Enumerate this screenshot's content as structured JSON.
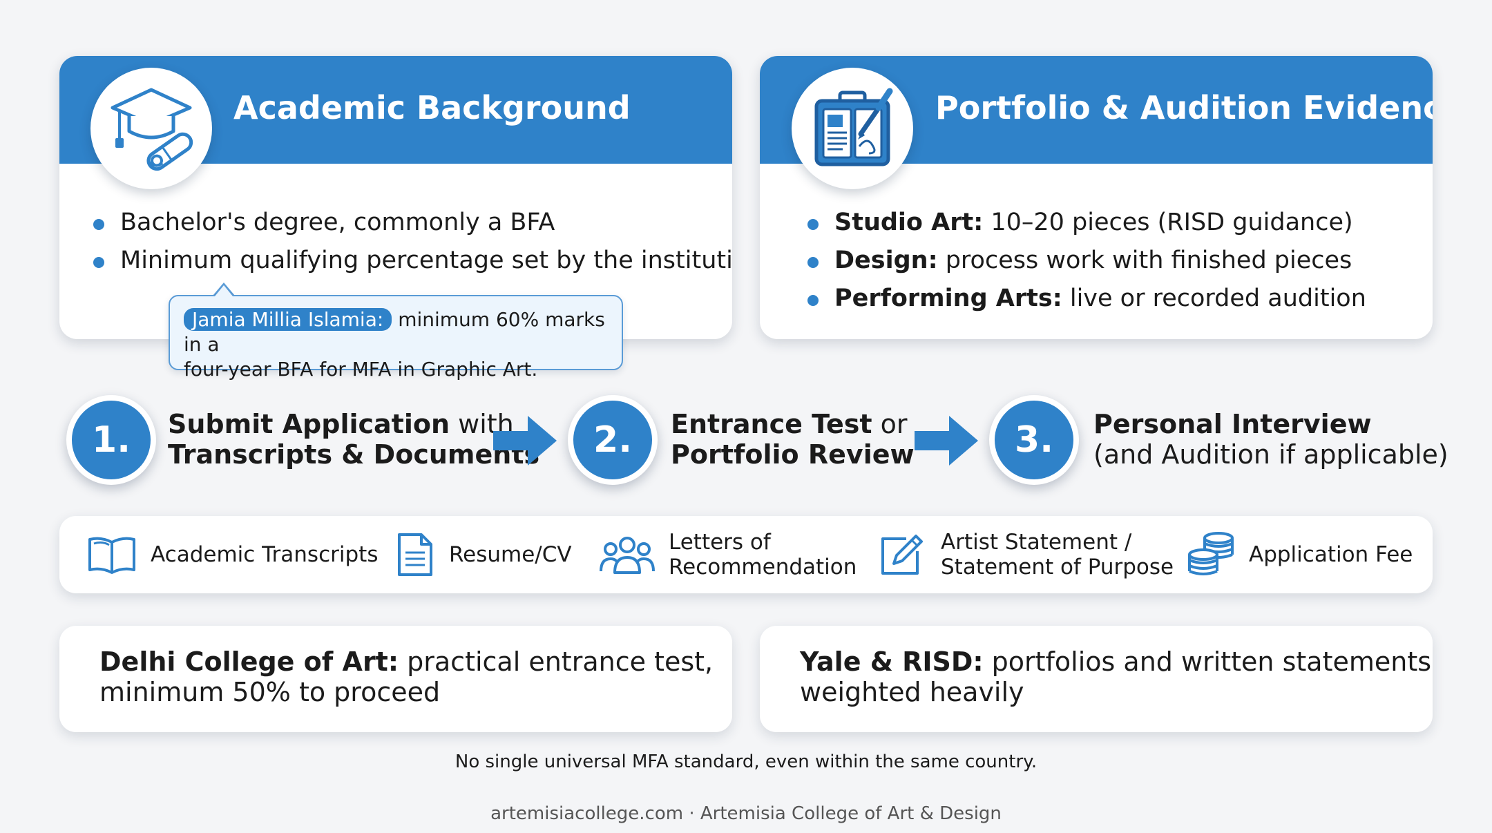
{
  "academic": {
    "title": "Academic Background",
    "icon": "graduation-cap-diploma-icon",
    "bullets": [
      "Bachelor's degree, commonly a BFA",
      "Minimum qualifying percentage set by the institution"
    ],
    "callout": {
      "highlight": "Jamia Millia Islamia:",
      "line1": "minimum 60% marks in a",
      "line2": "four-year BFA for MFA in Graphic Art."
    }
  },
  "portfolio": {
    "title": "Portfolio & Audition Evidence",
    "icon": "portfolio-sketchbook-brush-icon",
    "bullets": [
      {
        "label": "Studio Art:",
        "text": " 10–20 pieces (RISD guidance)"
      },
      {
        "label": "Design:",
        "text": " process work with finished pieces"
      },
      {
        "label": "Performing Arts:",
        "text": " live or recorded audition"
      }
    ]
  },
  "steps": [
    {
      "number": "1.",
      "line1_bold": "Submit Application",
      "line1_rest": " with",
      "line2_bold": "Transcripts & Documents",
      "line2_rest": ""
    },
    {
      "number": "2.",
      "line1_bold": "Entrance Test",
      "line1_rest": " or",
      "line2_bold": "Portfolio Review",
      "line2_rest": ""
    },
    {
      "number": "3.",
      "line1_bold": "Personal Interview",
      "line1_rest": "",
      "line2_bold": "",
      "line2_rest": "(and Audition if applicable)"
    }
  ],
  "documents": [
    {
      "icon": "open-book-icon",
      "line1": "Academic Transcripts",
      "line2": ""
    },
    {
      "icon": "document-icon",
      "line1": "Resume/CV",
      "line2": ""
    },
    {
      "icon": "people-group-icon",
      "line1": "Letters of",
      "line2": "Recommendation"
    },
    {
      "icon": "pencil-edit-icon",
      "line1": "Artist Statement /",
      "line2": "Statement of Purpose"
    },
    {
      "icon": "coin-stack-icon",
      "line1": "Application Fee",
      "line2": ""
    }
  ],
  "examples": [
    {
      "label": "Delhi College of Art:",
      "text": " practical entrance test, minimum 50% to proceed"
    },
    {
      "label": "Yale & RISD:",
      "text": " portfolios and written statements weighted heavily"
    }
  ],
  "footnote": "No single universal MFA standard, even within the same country.",
  "footer": "artemisiacollege.com · Artemisia College of Art & Design",
  "colors": {
    "accent": "#2f82c9",
    "background": "#f4f5f7",
    "callout_bg": "#ecf5fd"
  }
}
